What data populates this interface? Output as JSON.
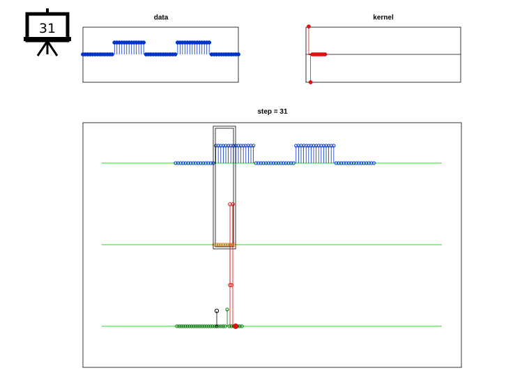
{
  "board": {
    "label": "31"
  },
  "colors": {
    "data": "#0033cc",
    "kernel": "#e01010",
    "guide": "#22dd22",
    "result": "#117711",
    "frame": "#000000",
    "overlap": "#cc7722"
  },
  "chart_data": [
    {
      "type": "stem",
      "title": "data",
      "x": [
        0,
        1,
        2,
        3,
        4,
        5,
        6,
        7,
        8,
        9,
        10,
        11,
        12,
        13,
        14,
        15,
        16,
        17,
        18,
        19,
        20,
        21,
        22,
        23,
        24,
        25,
        26,
        27,
        28,
        29,
        30,
        31,
        32,
        33,
        34,
        35,
        36,
        37,
        38,
        39,
        40,
        41,
        42,
        43,
        44,
        45,
        46,
        47,
        48,
        49,
        50,
        51,
        52,
        53,
        54,
        55,
        56,
        57,
        58,
        59,
        60,
        61,
        62,
        63,
        64
      ],
      "y": [
        0,
        0,
        0,
        0,
        0,
        0,
        0,
        0,
        0,
        0,
        0,
        0,
        0,
        1,
        1,
        1,
        1,
        1,
        1,
        1,
        1,
        1,
        1,
        1,
        1,
        1,
        0,
        0,
        0,
        0,
        0,
        0,
        0,
        0,
        0,
        0,
        0,
        0,
        0,
        1,
        1,
        1,
        1,
        1,
        1,
        1,
        1,
        1,
        1,
        1,
        1,
        1,
        1,
        0,
        0,
        0,
        0,
        0,
        0,
        0,
        0,
        0,
        0,
        0,
        0
      ],
      "xlim": [
        0,
        64
      ],
      "ylim": [
        -1,
        1
      ]
    },
    {
      "type": "stem",
      "title": "kernel",
      "x": [
        0,
        1,
        2,
        3,
        4,
        5,
        6,
        7,
        8,
        9
      ],
      "y": [
        1,
        -1,
        0,
        0,
        0,
        0,
        0,
        0,
        0,
        0
      ],
      "xlim": [
        0,
        64
      ],
      "ylim": [
        -1,
        1
      ]
    },
    {
      "type": "convolution-step",
      "title": "step = 31",
      "step": 31,
      "data_y": [
        0,
        0,
        0,
        0,
        0,
        0,
        0,
        0,
        0,
        0,
        0,
        0,
        0,
        0,
        0,
        0,
        1,
        1,
        1,
        1,
        1,
        1,
        1,
        1,
        1,
        1,
        1,
        1,
        1,
        1,
        1,
        1,
        0,
        0,
        0,
        0,
        0,
        0,
        0,
        0,
        0,
        0,
        0,
        0,
        0,
        0,
        0,
        0,
        1,
        1,
        1,
        1,
        1,
        1,
        1,
        1,
        1,
        1,
        1,
        1,
        1,
        1,
        1,
        1,
        0,
        0,
        0,
        0,
        0,
        0,
        0,
        0,
        0,
        0,
        0,
        0,
        0,
        0,
        0,
        0
      ],
      "kernel_y": [
        0,
        0,
        0,
        0,
        0,
        0,
        0,
        0,
        1,
        -1
      ],
      "window": [
        22,
        31
      ],
      "result_y": [
        0,
        0,
        0,
        0,
        0,
        0,
        0,
        0,
        0,
        0,
        0,
        0,
        0,
        0,
        0,
        0,
        0,
        0,
        0,
        0,
        0,
        0,
        0,
        0,
        1,
        0,
        0,
        0,
        0,
        0,
        0,
        0
      ],
      "kernel_flip_result": [
        1,
        -1
      ]
    }
  ]
}
